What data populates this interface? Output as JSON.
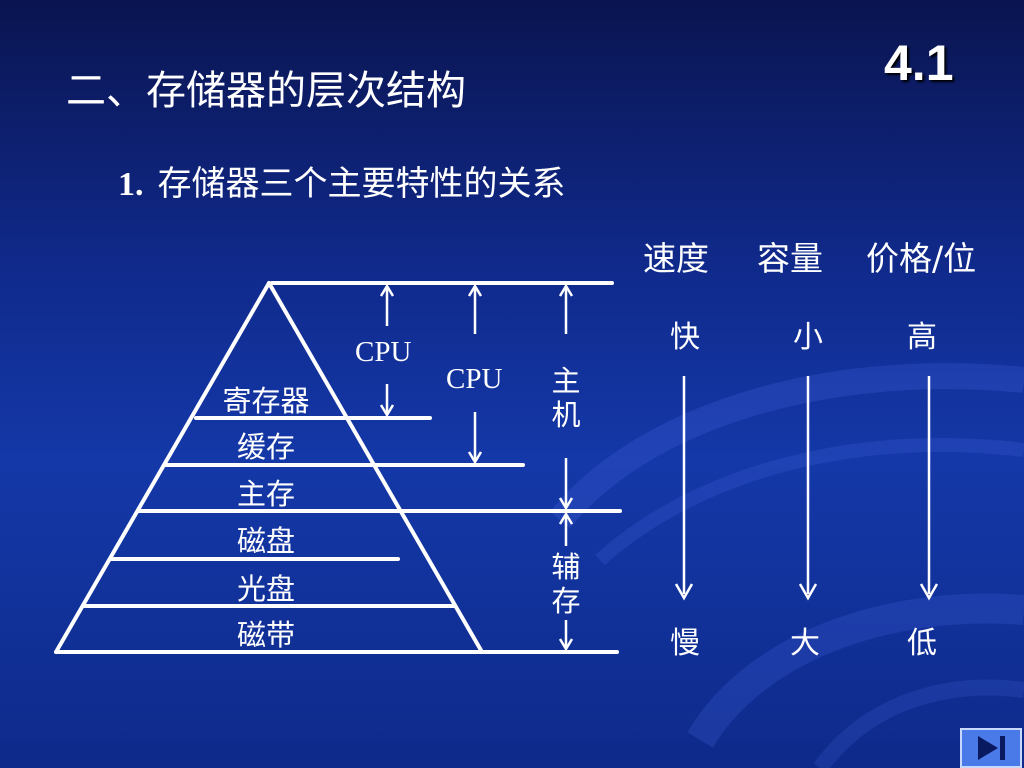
{
  "title": "二、存储器的层次结构",
  "slide_number": "4.1",
  "subtitle": {
    "number": "1.",
    "text": "存储器三个主要特性的关系"
  },
  "properties": {
    "headers": [
      "速度",
      "容量",
      "价格/位"
    ],
    "top_values": [
      "快",
      "小",
      "高"
    ],
    "bottom_values": [
      "慢",
      "大",
      "低"
    ]
  },
  "pyramid_levels": [
    "寄存器",
    "缓存",
    "主存",
    "磁盘",
    "光盘",
    "磁带"
  ],
  "brackets": {
    "cpu_inner": "CPU",
    "cpu_outer": "CPU",
    "main_memory": "主机",
    "aux_storage": "辅存"
  },
  "nav": {
    "button_icon": "play-end-icon"
  },
  "colors": {
    "background": "#1438a8",
    "foreground": "#ffffff"
  }
}
